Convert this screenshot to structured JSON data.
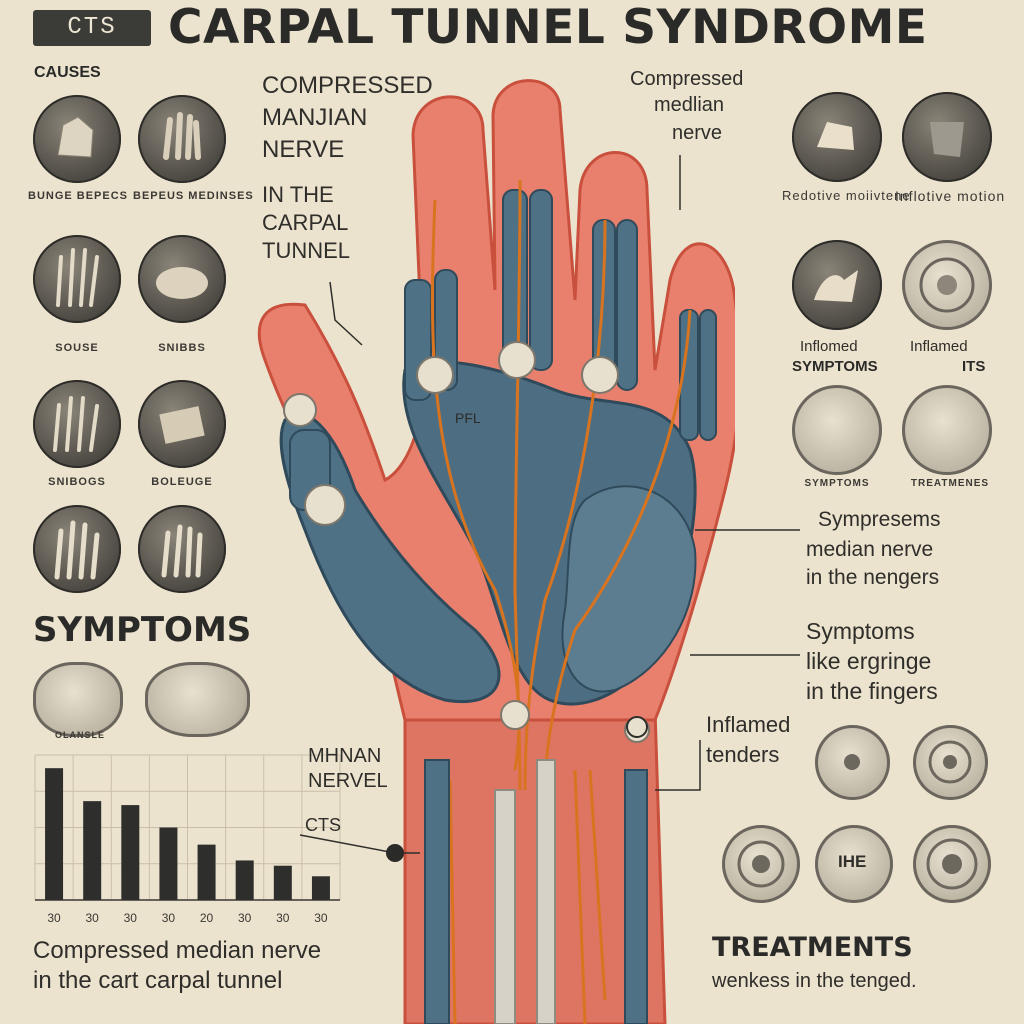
{
  "header": {
    "badge": "CTS",
    "title": "CARPAL TUNNEL SYNDROME"
  },
  "left": {
    "causes_heading": "CAUSES",
    "cause_rows": [
      [
        "BUNGE BEPECS",
        "BEPEUS MEDINSES"
      ],
      [
        "SOUSE",
        "SNIBBS"
      ],
      [
        "SNIBOGS",
        "BOLEUGE"
      ]
    ],
    "symptoms_heading": "SYMPTOMS",
    "symptom_caption": "OLANSLE",
    "chart_bottom_1": "Compressed median nerve",
    "chart_bottom_2": "in the cart carpal tunnel"
  },
  "center": {
    "note_top_1": "COMPRESSED",
    "note_top_2": "MANJIAN",
    "note_top_3": "NERVE",
    "note_mid_1": "IN THE",
    "note_mid_2": "CARPAL",
    "note_mid_3": "TUNNEL",
    "note_right_1": "Compressed",
    "note_right_2": "medlian",
    "note_right_3": "nerve",
    "palm_label": "PFL",
    "nerve_label_1": "MHNAN",
    "nerve_label_2": "NERVEL",
    "cts_label": "CTS"
  },
  "right": {
    "row1": [
      "Redotive moiivtene",
      "Inflotive motion"
    ],
    "row2_left": "Inflomed",
    "row2_right": "Inflamed",
    "symptoms_heading": "SYMPTOMS",
    "row2_right_sub": "ITS",
    "row3": [
      "SYMPTOMS",
      "TREATMENES"
    ],
    "block1": [
      "Sympresems",
      "median nerve",
      "in the nengers"
    ],
    "block2": [
      "Symptoms",
      "like ergringe",
      "in the fingers"
    ],
    "block3": [
      "Inflamed",
      "tenders"
    ],
    "treat_mid": "IHE",
    "treatments_heading": "TREATMENTS",
    "treatments_sub": "wenkess in the tenged."
  },
  "chart_data": {
    "type": "bar",
    "categories": [
      "30",
      "30",
      "30",
      "30",
      "20",
      "30",
      "30",
      "30"
    ],
    "values": [
      100,
      75,
      72,
      55,
      42,
      30,
      26,
      18
    ],
    "ylim": [
      0,
      110
    ],
    "grid": true
  }
}
